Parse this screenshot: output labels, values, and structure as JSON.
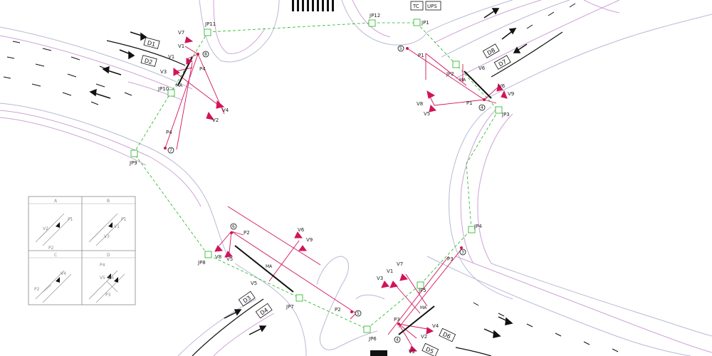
{
  "diagram": {
    "colors": {
      "road_outer": "#b9b9d8",
      "road_inner": "#cfa3d8",
      "signal": "#d1145a",
      "detector": "#19b519",
      "stop_line": "#111111",
      "legend_arrow": "#9a9a9a"
    },
    "junction_points": [
      {
        "id": "jp1",
        "label": "JP1"
      },
      {
        "id": "jp2",
        "label": "JP2"
      },
      {
        "id": "jp3",
        "label": "JP3"
      },
      {
        "id": "jp4",
        "label": "JP4"
      },
      {
        "id": "jp5",
        "label": "JP5"
      },
      {
        "id": "jp6",
        "label": "JP6"
      },
      {
        "id": "jp7",
        "label": "JP7"
      },
      {
        "id": "jp8",
        "label": "JP8"
      },
      {
        "id": "jp9",
        "label": "JP9"
      },
      {
        "id": "jp10",
        "label": "JP10"
      },
      {
        "id": "jp11",
        "label": "JP11"
      },
      {
        "id": "jp12",
        "label": "JP12"
      }
    ],
    "cabinets": [
      {
        "id": "tc",
        "label": "TC"
      },
      {
        "id": "ups",
        "label": "UPS"
      }
    ],
    "lane_tags": [
      {
        "id": "d1",
        "label": "D1"
      },
      {
        "id": "d2",
        "label": "D2"
      },
      {
        "id": "d3",
        "label": "D3"
      },
      {
        "id": "d4",
        "label": "D4"
      },
      {
        "id": "d5",
        "label": "D5"
      },
      {
        "id": "d6",
        "label": "D6"
      },
      {
        "id": "d7",
        "label": "D7"
      },
      {
        "id": "d8",
        "label": "D8"
      }
    ],
    "poles": [
      {
        "id": "pole-top-left",
        "number": "8"
      },
      {
        "id": "pole-top-right",
        "number": "5"
      },
      {
        "id": "pole-right-upper",
        "number": "4"
      },
      {
        "id": "pole-left",
        "number": "7"
      },
      {
        "id": "pole-right-mid",
        "number": "3"
      },
      {
        "id": "pole-bottom-left",
        "number": "6"
      },
      {
        "id": "pole-bottom-mid",
        "number": "5"
      },
      {
        "id": "pole-bottom-right",
        "number": "4"
      }
    ],
    "signal_labels": {
      "tl_v7": "V7",
      "tl_v1a": "V1",
      "tl_v1b": "V1",
      "tl_p4": "P4",
      "tl_v3": "V3",
      "tl_ma": "MA",
      "tl_v4": "V4",
      "tl_v2": "V2",
      "l_p4": "P4",
      "tr_p1": "P1",
      "tr_ma": "MA",
      "tr_v6a": "V6",
      "tr_v6b": "V6",
      "tr_v9": "V9",
      "tr_v8": "V8",
      "tr_v5": "V5",
      "tr_p1b": "P1",
      "r_p3": "P3",
      "bl_p2": "P2",
      "bl_v6": "V6",
      "bl_v9": "V9",
      "bl_v8": "V8",
      "bl_v5a": "V5",
      "bl_ma": "MA",
      "bl_v5b": "V5",
      "bm_p2": "P2",
      "br_v7": "V7",
      "br_v1": "V1",
      "br_v3": "V3",
      "br_ma": "MA",
      "br_p3": "P3",
      "br_v4": "V4",
      "br_v2a": "V2",
      "br_v2b": "V2"
    },
    "legend": {
      "panels": [
        {
          "id": "A",
          "label": "A",
          "marks": [
            "P1",
            "V2",
            "P2"
          ]
        },
        {
          "id": "B",
          "label": "B",
          "marks": [
            "P1",
            "V1",
            "V3"
          ]
        },
        {
          "id": "C",
          "label": "C",
          "marks": [
            "V4",
            "P2"
          ]
        },
        {
          "id": "D",
          "label": "D",
          "marks": [
            "P4",
            "V5",
            "V6",
            "P3"
          ]
        }
      ]
    }
  }
}
